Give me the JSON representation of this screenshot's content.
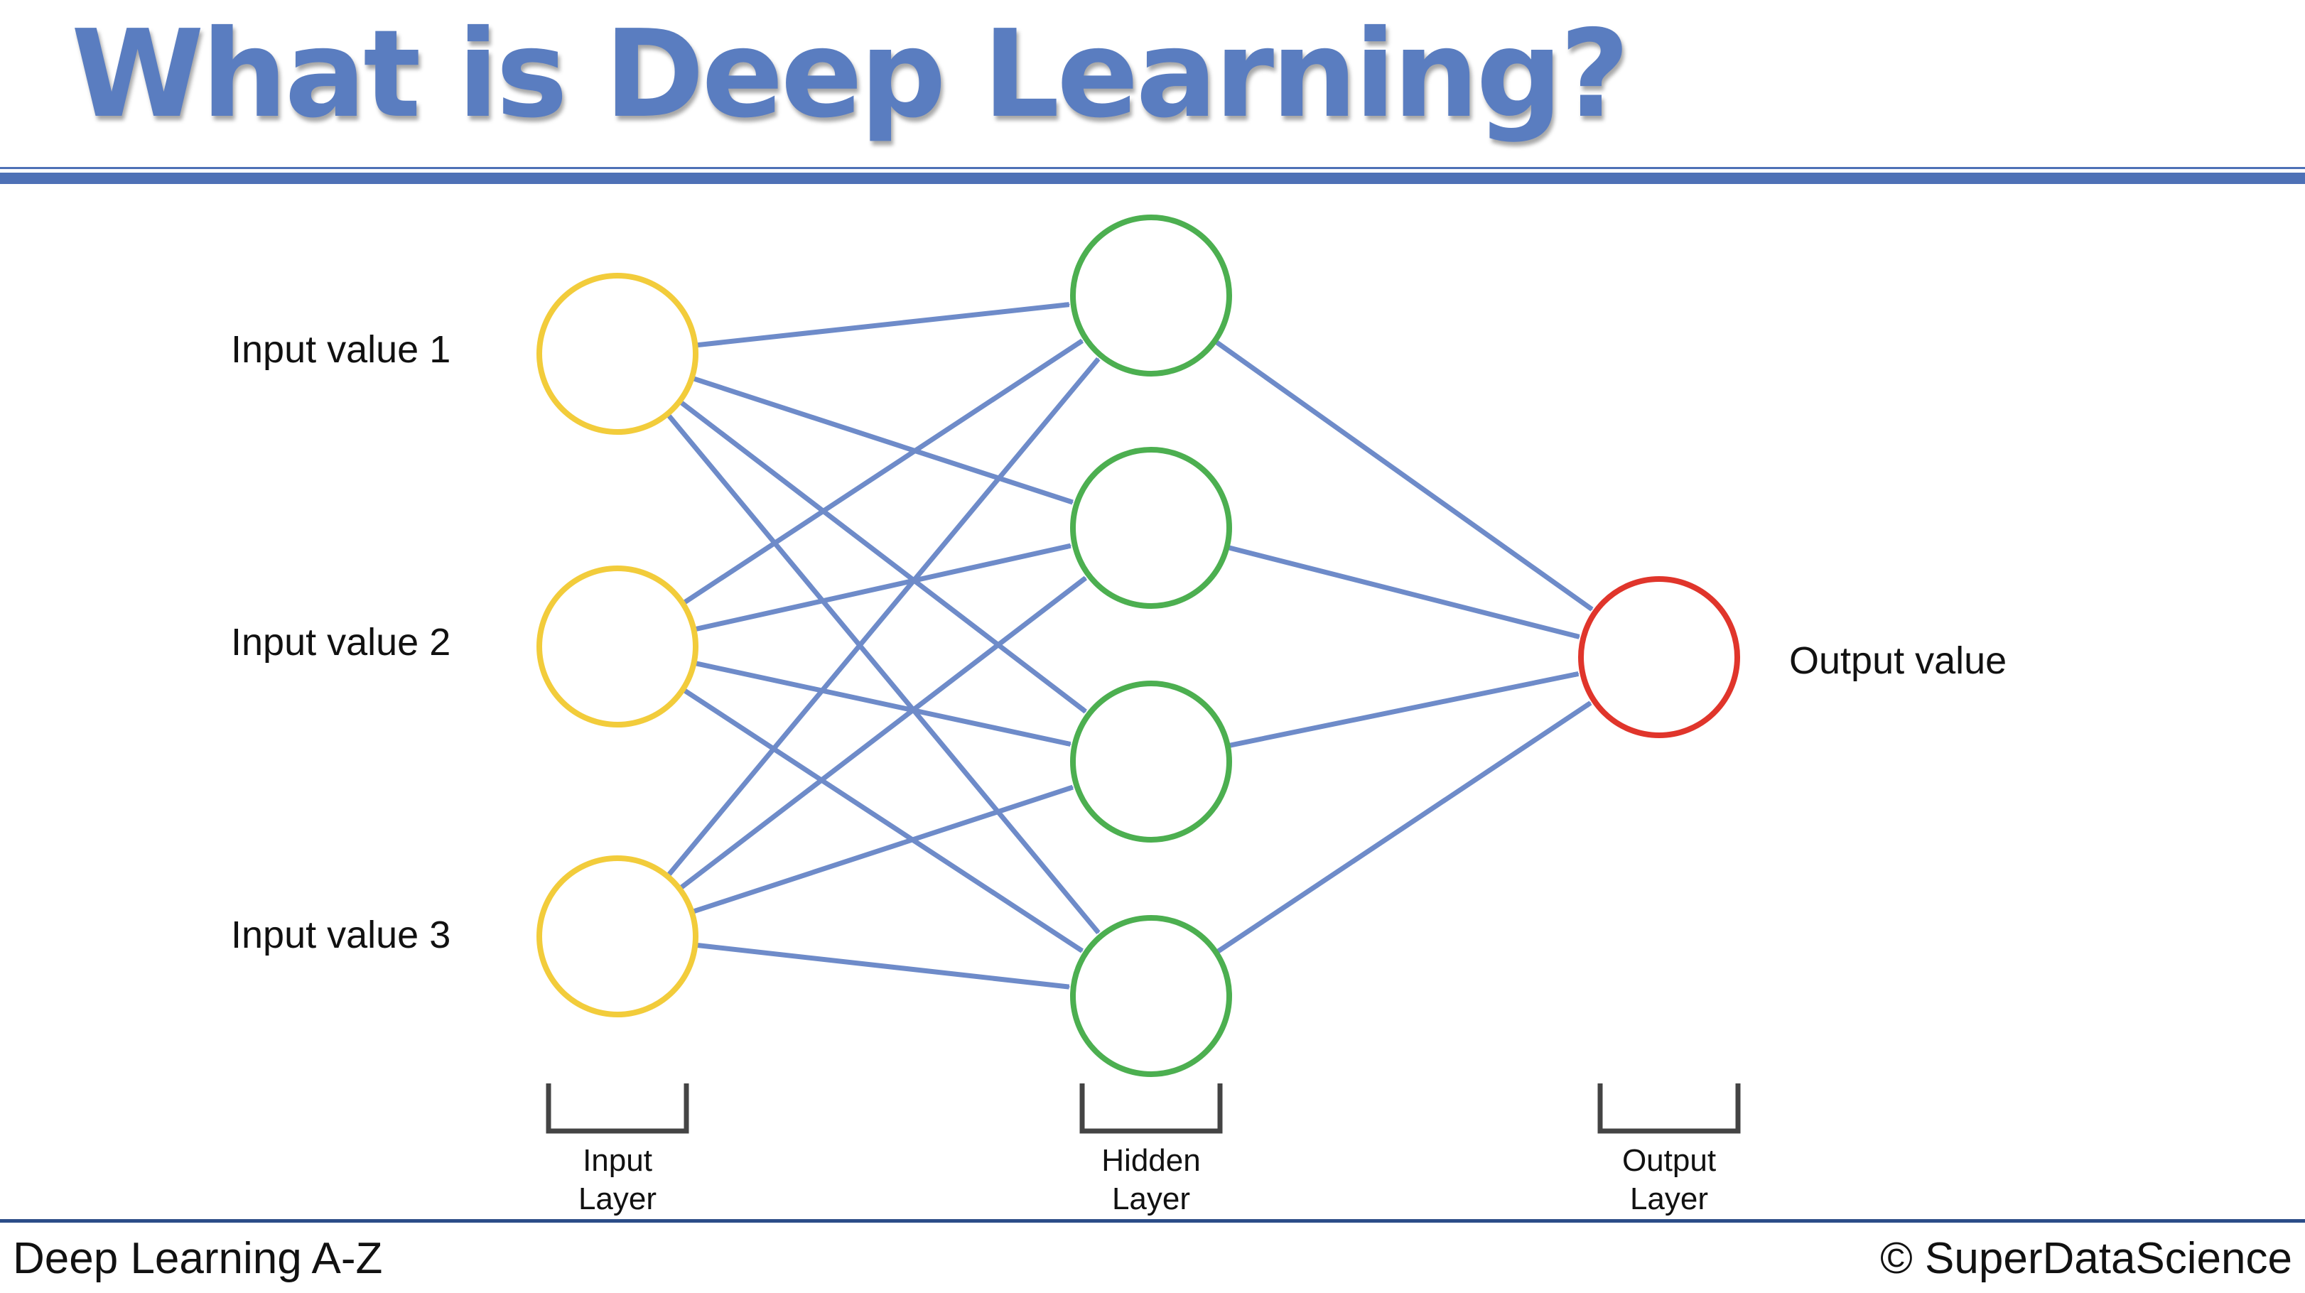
{
  "slide": {
    "title": "What is Deep Learning?",
    "footer_left": "Deep Learning A-Z",
    "footer_right": "© SuperDataScience"
  },
  "diagram": {
    "input_labels": [
      "Input value 1",
      "Input value 2",
      "Input value 3"
    ],
    "output_label": "Output value",
    "layer_labels": [
      [
        "Input",
        "Layer"
      ],
      [
        "Hidden",
        "Layer"
      ],
      [
        "Output",
        "Layer"
      ]
    ],
    "layers": [
      {
        "name": "Input Layer",
        "node_count": 3
      },
      {
        "name": "Hidden Layer",
        "node_count": 4
      },
      {
        "name": "Output Layer",
        "node_count": 1
      }
    ],
    "colors": {
      "input_node": "#F2CC3B",
      "hidden_node": "#4CAF50",
      "output_node": "#E0352B",
      "connection": "#6E8BC9",
      "title": "#5A7DC0",
      "rule": "#4E71B6"
    }
  }
}
